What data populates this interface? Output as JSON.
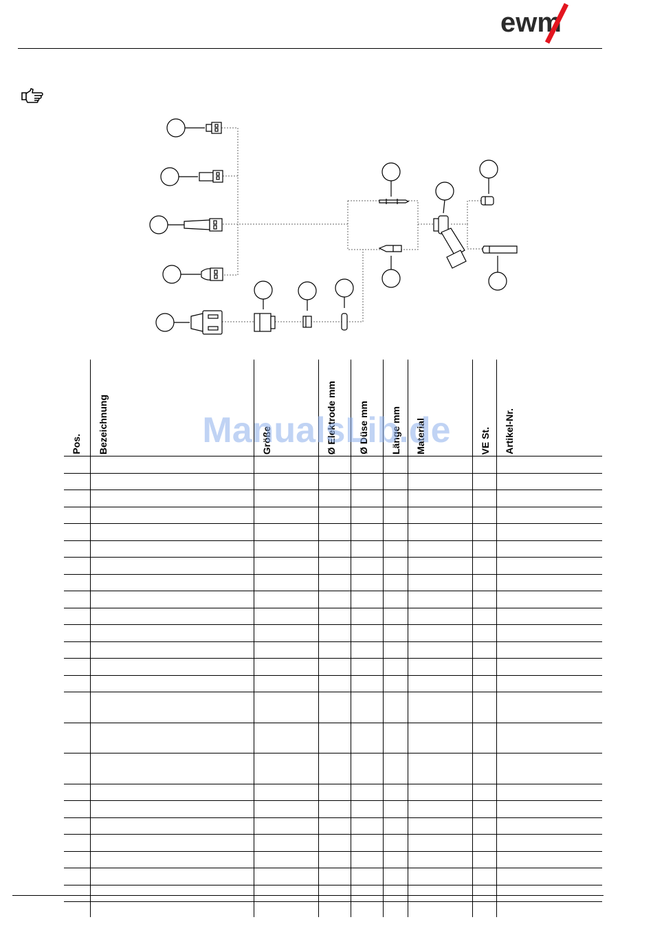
{
  "brand": {
    "logo_text": "ewm",
    "accent": "#e3151f",
    "text_color": "#2b2b2b"
  },
  "notice": {
    "icon": "pointing-hand-icon"
  },
  "watermark": "ManualsLib.de",
  "table": {
    "headers": [
      "Pos.",
      "Bezeichnung",
      "Größe",
      "Ø Elektrode mm",
      "Ø Düse mm",
      "Länge mm",
      "Material",
      "VE St.",
      "Artikel-Nr."
    ],
    "row_count": 25,
    "tall_rows": [
      14,
      15,
      16
    ]
  }
}
